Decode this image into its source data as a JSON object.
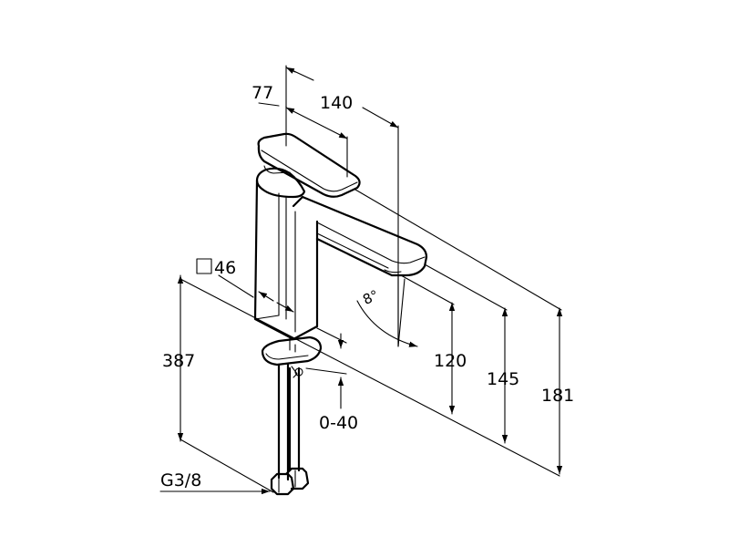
{
  "dimensions": {
    "d77": "77",
    "d140": "140",
    "d46": "46",
    "d387": "387",
    "d120": "120",
    "d145": "145",
    "d181": "181",
    "d040": "0-40",
    "thread": "G3/8"
  },
  "icons": {
    "square": "square-symbol-icon",
    "rotation": "rotation-angle-icon"
  }
}
